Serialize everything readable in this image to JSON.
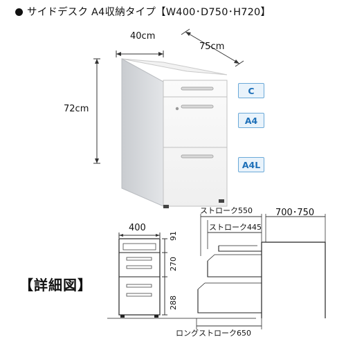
{
  "header": {
    "title": "サイドデスク A4収納タイプ【W400･D750･H720】"
  },
  "product": {
    "dimension_width": "40cm",
    "dimension_depth": "75cm",
    "dimension_height": "72cm"
  },
  "drawers": [
    {
      "label": "C"
    },
    {
      "label": "A4"
    },
    {
      "label": "A4L"
    }
  ],
  "detail": {
    "label": "【詳細図】",
    "front_width": "400",
    "heights": [
      "91",
      "270",
      "288"
    ],
    "stroke_550": "ストローク550",
    "stroke_445": "ストローク445",
    "stroke_long": "ロングストローク650",
    "desk_depth": "700･750"
  },
  "colors": {
    "badge_text": "#1c6fb8",
    "badge_border": "#6aa9d8",
    "badge_fill": "#e9f3fb"
  }
}
